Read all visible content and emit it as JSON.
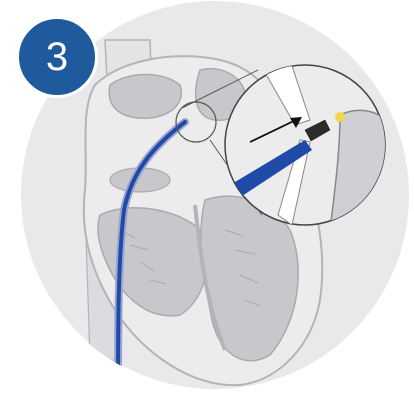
{
  "step": {
    "number": "3"
  },
  "colors": {
    "badge": "#1f5a9c",
    "background_circle": "#e9e9eb",
    "heart_fill": "#ececed",
    "heart_chamber": "#c8c8cc",
    "heart_outline": "#b3b3b8",
    "catheter": "#1f4aa8",
    "catheter_tube": "#9aa6cf",
    "ablation_tip": "#f4d54a"
  },
  "icons": {
    "step_badge": "numbered-circle",
    "arrow": "direction-arrow",
    "inset": "magnified-view-circle"
  }
}
